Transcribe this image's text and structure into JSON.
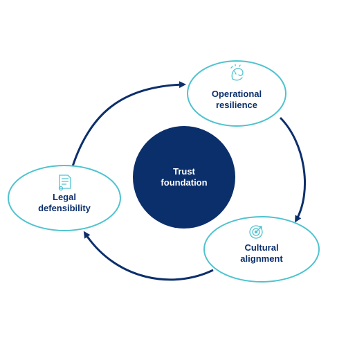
{
  "center": {
    "line1": "Trust",
    "line2": "foundation"
  },
  "nodes": {
    "operational": {
      "line1": "Operational",
      "line2": "resilience",
      "icon": "flexed-arm-icon"
    },
    "cultural": {
      "line1": "Cultural",
      "line2": "alignment",
      "icon": "target-icon"
    },
    "legal": {
      "line1": "Legal",
      "line2": "defensibility",
      "icon": "document-icon"
    }
  },
  "colors": {
    "navy": "#0b2f6b",
    "teal": "#4fc3cf",
    "white": "#ffffff"
  }
}
